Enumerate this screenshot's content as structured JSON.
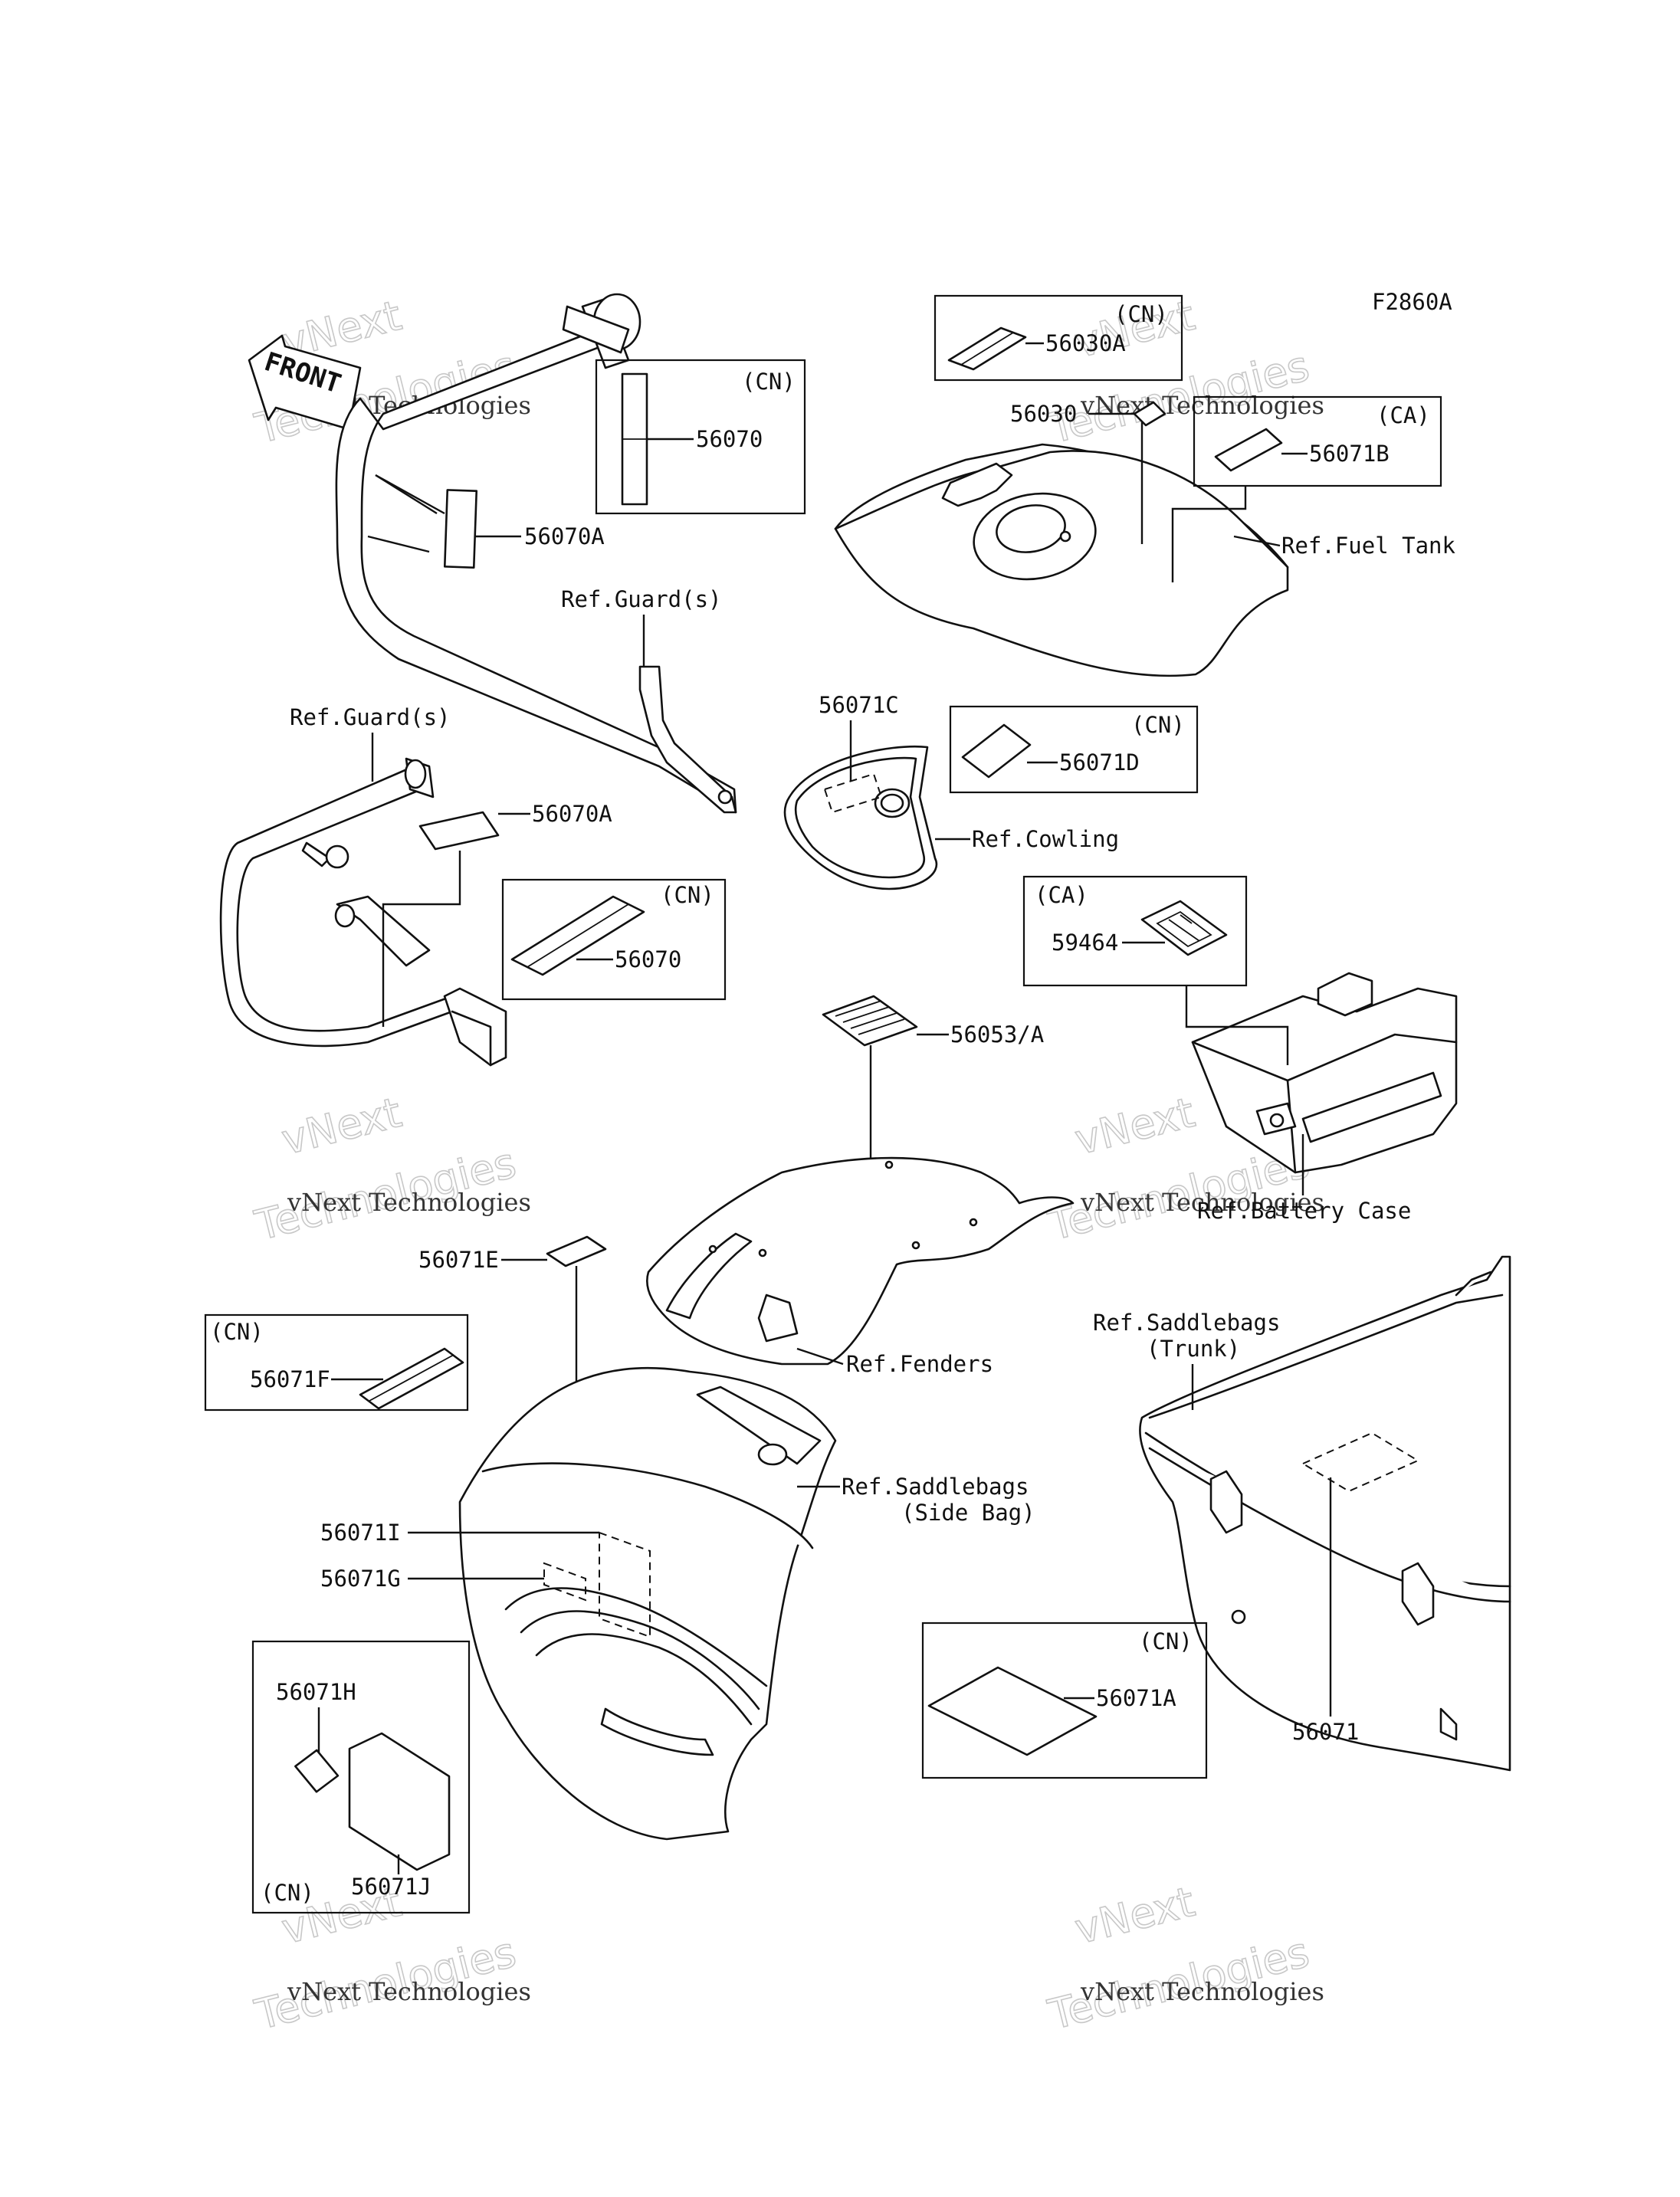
{
  "figure_code": "F2860A",
  "watermark": {
    "line1": "vNext Technologies",
    "line2": "vNext",
    "line3": "Technologies"
  },
  "front_arrow": "FRONT",
  "labels": {
    "p56070_top": "56070",
    "p56070a_top": "56070A",
    "ref_guards_top": "Ref.Guard(s)",
    "ref_guards_left": "Ref.Guard(s)",
    "p56070a_mid": "56070A",
    "p56070_mid": "56070",
    "p56030a": "56030A",
    "p56030": "56030",
    "p56071b": "56071B",
    "ref_fuel_tank": "Ref.Fuel Tank",
    "p56071c": "56071C",
    "p56071d": "56071D",
    "ref_cowling": "Ref.Cowling",
    "p59464": "59464",
    "p56053a": "56053/A",
    "ref_battery_case": "Ref.Battery Case",
    "p56071e": "56071E",
    "p56071f": "56071F",
    "ref_fenders": "Ref.Fenders",
    "ref_saddlebags_side": "Ref.Saddlebags",
    "side_bag": "(Side Bag)",
    "p56071i": "56071I",
    "p56071g": "56071G",
    "p56071h": "56071H",
    "p56071j": "56071J",
    "ref_saddlebags_trunk": "Ref.Saddlebags",
    "trunk": "(Trunk)",
    "p56071a": "56071A",
    "p56071": "56071"
  },
  "region_tags": {
    "cn_56070_top": "(CN)",
    "cn_56030a": "(CN)",
    "ca_56071b": "(CA)",
    "cn_56071d": "(CN)",
    "ca_59464": "(CA)",
    "cn_56070_mid": "(CN)",
    "cn_56071f": "(CN)",
    "cn_56071h": "(CN)",
    "cn_56071a": "(CN)"
  }
}
